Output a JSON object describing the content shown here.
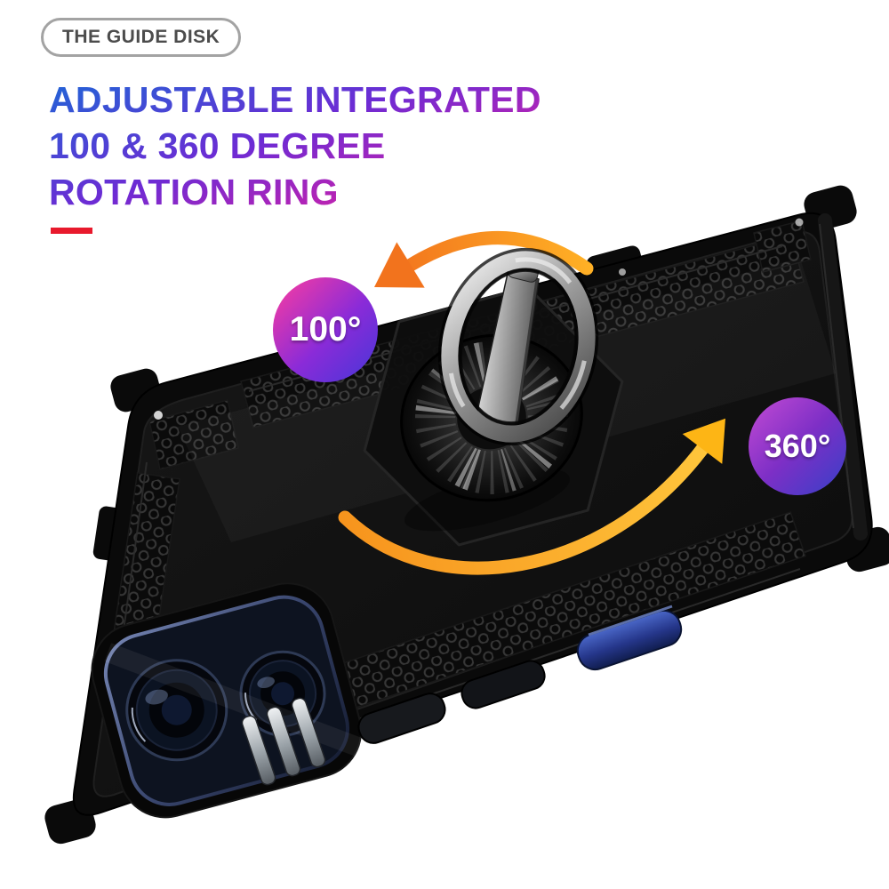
{
  "scene": {
    "background_color": "#ffffff",
    "subject": "armor phone case with adjustable ring kickstand"
  },
  "top_badge": {
    "label": "THE GUIDE DISK"
  },
  "heading": {
    "line1": "ADJUSTABLE INTEGRATED",
    "line2": "100 & 360 DEGREE",
    "line3": "ROTATION RING"
  },
  "annotations": {
    "badge_100": "100°",
    "badge_360": "360°"
  },
  "colors": {
    "heading_gradient": [
      "#1e66d6",
      "#6d2bd4",
      "#c522ae",
      "#f0206e"
    ],
    "accent_dash": "#e8192c",
    "badge_100_gradient": [
      "#ff3d9e",
      "#8a2bd8",
      "#4636d8"
    ],
    "badge_360_gradient": [
      "#c44bd4",
      "#7d2fc6",
      "#3640c8"
    ],
    "arrow_gradient": [
      "#f7941d",
      "#ffc83d"
    ],
    "case_color": "#0a0a0a",
    "power_button_color": "#25368a",
    "ring_metal": [
      "#f5f5f5",
      "#3f3f3f"
    ]
  }
}
